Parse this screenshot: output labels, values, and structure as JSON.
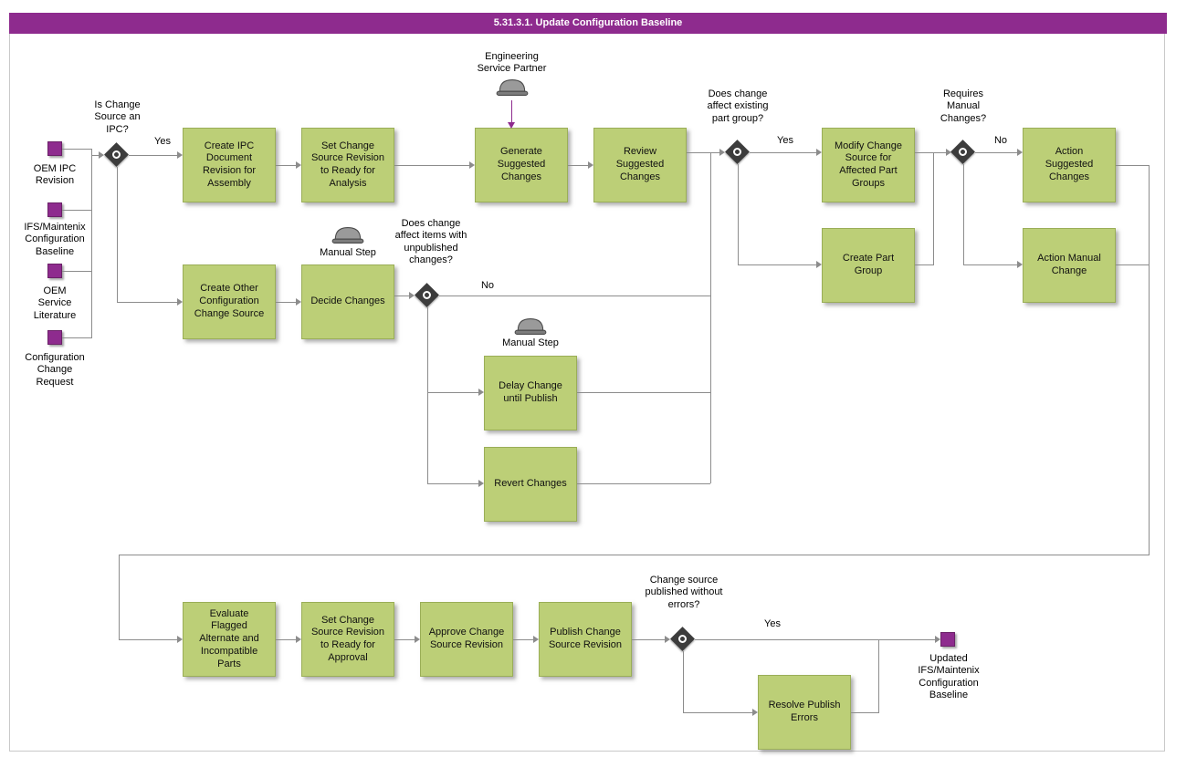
{
  "title": "5.31.3.1. Update Configuration Baseline",
  "colors": {
    "accent_purple": "#8E2B8E",
    "task_green": "#BCCF77",
    "line_gray": "#8C8C8C"
  },
  "inputs": [
    {
      "label": "OEM IPC\nRevision"
    },
    {
      "label": "IFS/Maintenix\nConfiguration\nBaseline"
    },
    {
      "label": "OEM\nService\nLiterature"
    },
    {
      "label": "Configuration\nChange\nRequest"
    }
  ],
  "tasks": {
    "create_ipc_revision": "Create IPC\nDocument\nRevision for\nAssembly",
    "set_ready_analysis": "Set Change\nSource Revision\nto Ready for\nAnalysis",
    "generate_suggested": "Generate\nSuggested\nChanges",
    "review_suggested": "Review\nSuggested\nChanges",
    "modify_change_source": "Modify Change\nSource for\nAffected Part\nGroups",
    "create_part_group": "Create Part\nGroup",
    "action_suggested": "Action\nSuggested\nChanges",
    "action_manual": "Action Manual\nChange",
    "create_other_source": "Create Other\nConfiguration\nChange Source",
    "decide_changes": "Decide Changes",
    "delay_change": "Delay Change\nuntil Publish",
    "revert_changes": "Revert Changes",
    "evaluate_flagged": "Evaluate\nFlagged\nAlternate and\nIncompatible\nParts",
    "set_ready_approval": "Set Change\nSource Revision\nto Ready for\nApproval",
    "approve_revision": "Approve Change\nSource Revision",
    "publish_revision": "Publish Change\nSource Revision",
    "resolve_errors": "Resolve Publish\nErrors"
  },
  "decisions": {
    "is_ipc": {
      "question": "Is Change\nSource an\nIPC?",
      "branch": "Yes"
    },
    "affects_part_group": {
      "question": "Does change\naffect existing\npart group?",
      "branch": "Yes"
    },
    "requires_manual": {
      "question": "Requires\nManual\nChanges?",
      "branch": "No"
    },
    "unpublished_changes": {
      "question": "Does change\naffect items with\nunpublished\nchanges?",
      "branch": "No"
    },
    "published_without_errors": {
      "question": "Change source\npublished without\nerrors?",
      "branch": "Yes"
    }
  },
  "annotations": {
    "engineering_service_partner": "Engineering\nService Partner",
    "manual_step_decide": "Manual Step",
    "manual_step_delay": "Manual Step"
  },
  "end_event": "Updated\nIFS/Maintenix\nConfiguration\nBaseline"
}
